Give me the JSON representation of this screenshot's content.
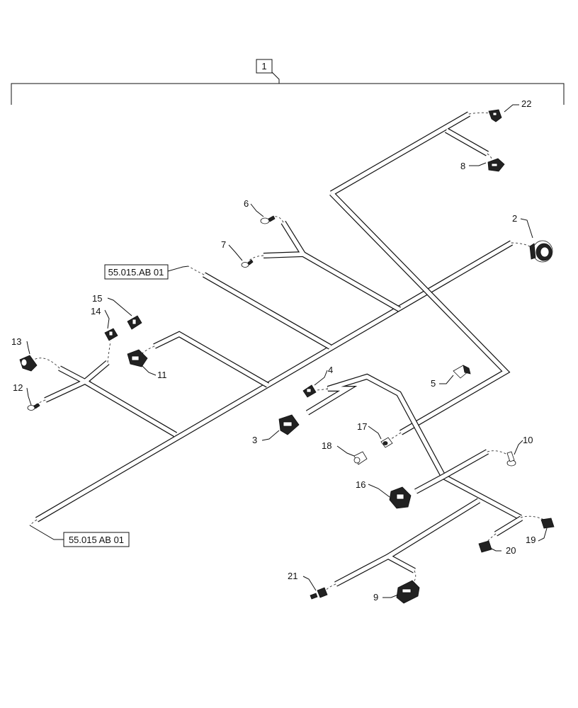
{
  "assembly_label": "1",
  "references": {
    "upper": "55.015.AB 01",
    "lower": "55.015 AB 01"
  },
  "callouts": {
    "c1": "1",
    "c2": "2",
    "c3": "3",
    "c4": "4",
    "c5": "5",
    "c6": "6",
    "c7": "7",
    "c8": "8",
    "c9": "9",
    "c10": "10",
    "c11": "11",
    "c12": "12",
    "c13": "13",
    "c14": "14",
    "c15": "15",
    "c16": "16",
    "c17": "17",
    "c18": "18",
    "c19": "19",
    "c20": "20",
    "c21": "21",
    "c22": "22"
  }
}
